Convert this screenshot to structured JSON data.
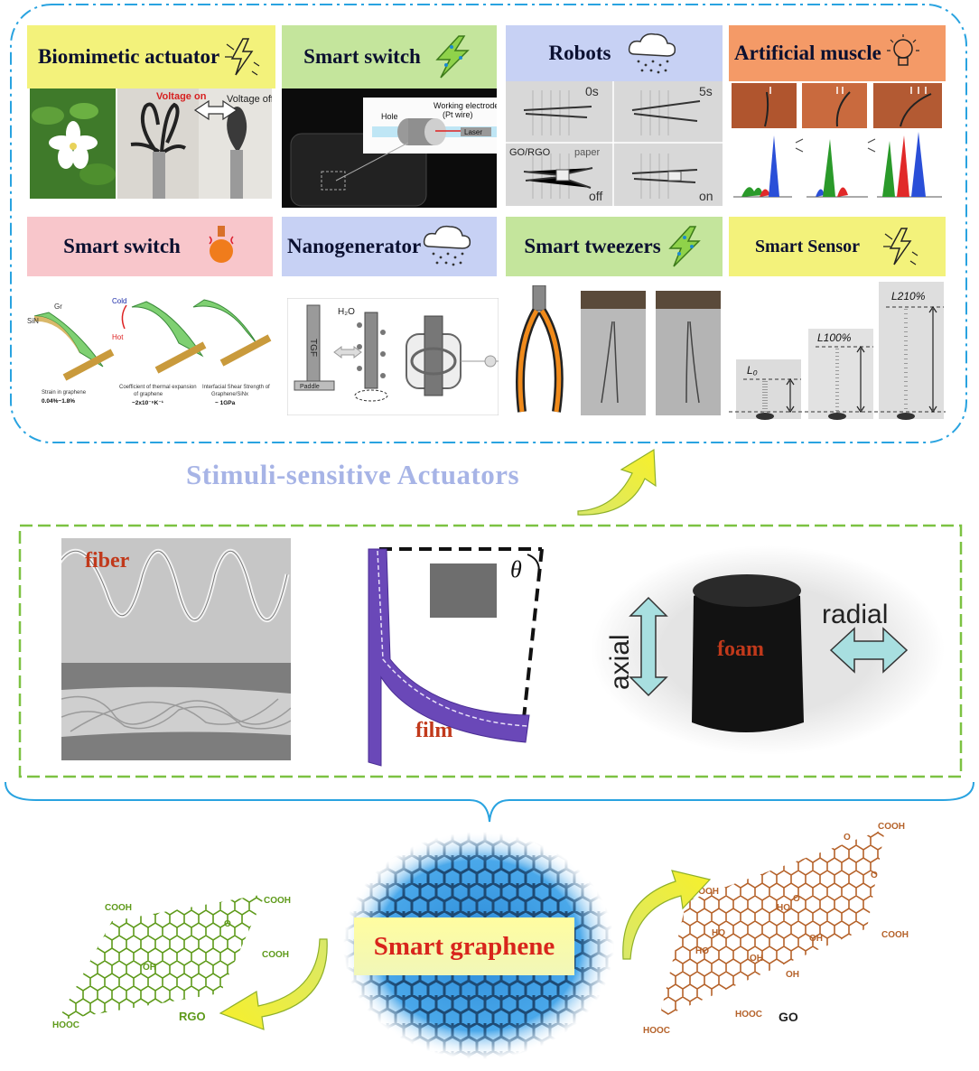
{
  "actuators": {
    "headers": {
      "biomimetic": "Biomimetic actuator",
      "smart_switch_top": "Smart switch",
      "robots": "Robots",
      "artificial_muscle": "Artificial muscle",
      "smart_switch_bottom": "Smart switch",
      "nanogenerator": "Nanogenerator",
      "smart_tweezers": "Smart tweezers",
      "smart_sensor": "Smart Sensor"
    },
    "biomimetic_panel": {
      "voltage_on": "Voltage on",
      "voltage_off": "Voltage off"
    },
    "switch_panel": {
      "working_electrode": "Working electrode",
      "pt_wire": "(Pt wire)",
      "hole": "Hole",
      "laser": "Laser"
    },
    "robots_panel": {
      "t0": "0s",
      "t5": "5s",
      "go_rgo": "GO/RGO",
      "paper": "paper",
      "off": "off",
      "on": "on"
    },
    "thermal_panel": {
      "gr": "Gr",
      "sin": "SiN",
      "cold": "Cold",
      "hot": "Hot",
      "strain_title": "Strain in graphene",
      "strain_value": "0.04%~1.8%",
      "cte_title": "Coefficient of thermal expansion",
      "cte_sub": "of graphene",
      "cte_value": "~2x10⁻⁶K⁻¹",
      "shear_title": "Interfacial Shear Strength of",
      "shear_sub": "Graphene/SiNx",
      "shear_value": "~ 1GPa"
    },
    "nano_panel": {
      "tgf": "TGF",
      "h2o": "H₂O",
      "paddle": "Paddle"
    },
    "sensor_panel": {
      "l0": "L₀",
      "l100": "L100%",
      "l210": "L210%"
    },
    "section_title": "Stimuli-sensitive Actuators"
  },
  "forms": {
    "fiber": "fiber",
    "film": "film",
    "theta": "θ",
    "foam": "foam",
    "axial": "axial",
    "radial": "radial"
  },
  "materials": {
    "center": "Smart graphene",
    "rgo": {
      "label": "RGO",
      "groups": [
        "COOH",
        "COOH",
        "COOH",
        "O",
        "OH",
        "HOOC"
      ]
    },
    "go": {
      "label": "GO",
      "groups": [
        "COOH",
        "COOH",
        "COOH",
        "HO",
        "HO",
        "OH",
        "HO",
        "OH",
        "OH",
        "O",
        "HOOC",
        "HOOC",
        "O",
        "O"
      ]
    }
  },
  "colors": {
    "blue_frame": "#29a3e0",
    "green_frame": "#7cc242",
    "hdr_yellow": "#f3f27b",
    "hdr_green": "#c4e59c",
    "hdr_blue": "#c7d1f4",
    "hdr_orange": "#f49a67",
    "hdr_pink": "#f8c6cb",
    "title_blue": "#a7b4e6",
    "label_red": "#c1391b",
    "rgo_green": "#5e9a1a",
    "go_brown": "#b5622a"
  }
}
